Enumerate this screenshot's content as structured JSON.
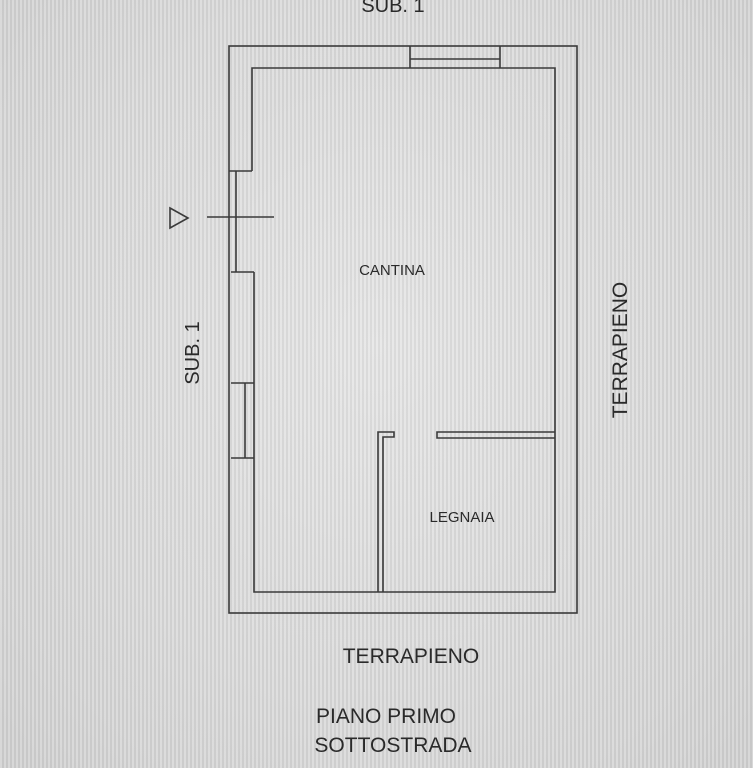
{
  "labels": {
    "top_neighbor": "SUB. 1",
    "left_neighbor": "SUB. 1",
    "right_side": "TERRAPIENO",
    "bottom_side": "TERRAPIENO",
    "room_main": "CANTINA",
    "room_small": "LEGNAIA",
    "floor_line1": "PIANO PRIMO",
    "floor_line2": "SOTTOSTRADA"
  },
  "colors": {
    "line": "#3a3a3a",
    "background": "#d9d9d9"
  }
}
